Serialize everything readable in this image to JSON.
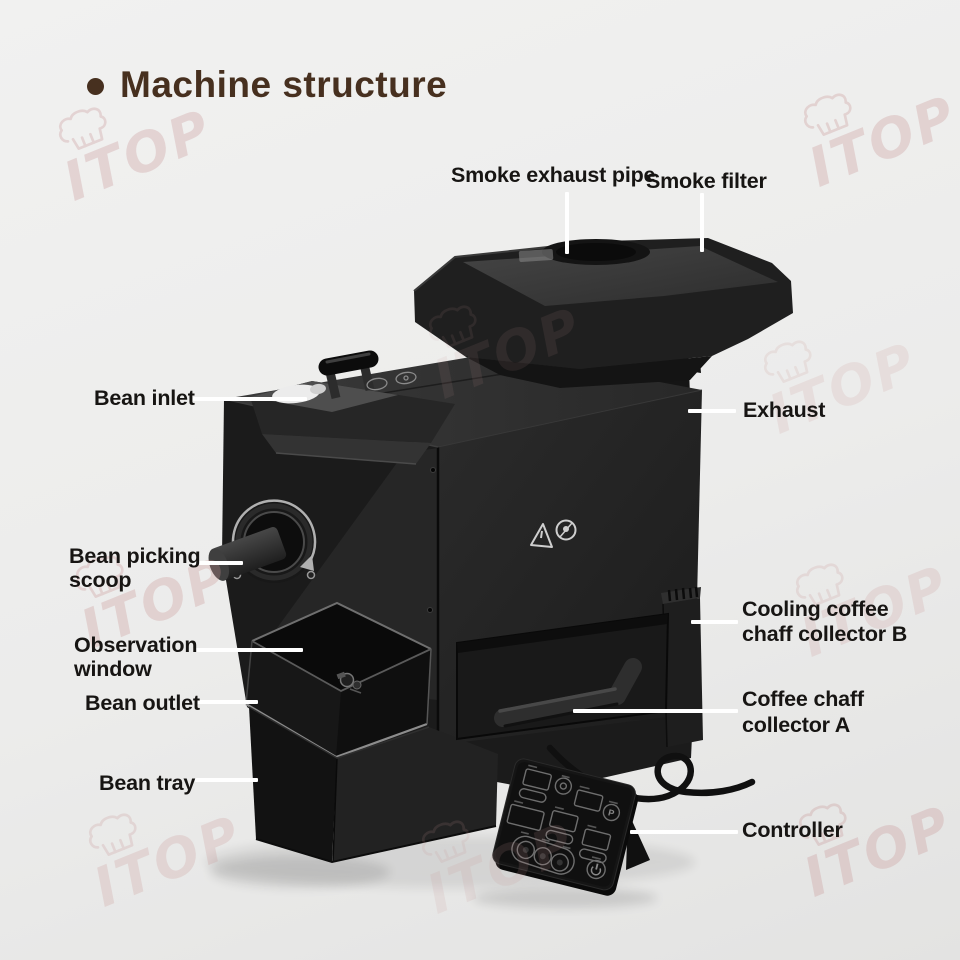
{
  "title": {
    "text": "Machine structure"
  },
  "watermark_text": "ITOP",
  "labels": {
    "smoke_exhaust_pipe": "Smoke exhaust pipe",
    "smoke_filter": "Smoke filter",
    "bean_inlet": "Bean inlet",
    "exhaust": "Exhaust",
    "bean_picking_scoop": {
      "line1": "Bean picking",
      "line2": "scoop"
    },
    "observation_window": {
      "line1": "Observation",
      "line2": "window"
    },
    "bean_outlet": "Bean outlet",
    "bean_tray": "Bean tray",
    "cooling_chaff_collector_b": {
      "line1": "Cooling coffee",
      "line2": "chaff collector B"
    },
    "coffee_chaff_collector_a": {
      "line1": "Coffee chaff",
      "line2": "collector A"
    },
    "controller": "Controller"
  },
  "machine": {
    "controller_p": "P"
  },
  "colors": {
    "background": "#ececeb",
    "title": "#47301f",
    "label_text": "#171513",
    "leader_line": "#ffffff",
    "machine_black": "#1d1d1d",
    "watermark_pink": "#c89494"
  }
}
